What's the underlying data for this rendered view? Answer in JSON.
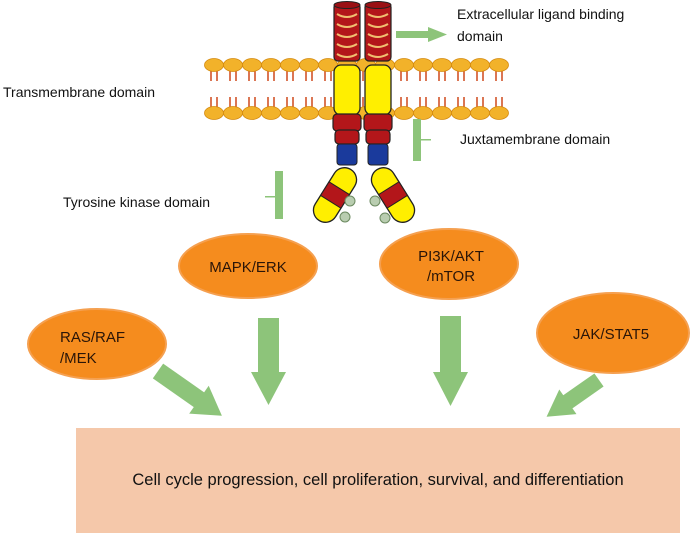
{
  "figure": {
    "type": "receptor-signaling-pathway-diagram",
    "colors": {
      "receptor_red": "#b3161a",
      "receptor_yellow": "#ffef00",
      "receptor_blue": "#1a3a9c",
      "lipid_head": "#f2b22a",
      "lipid_tail": "#d2542a",
      "ellipse_orange": "#f58c1e",
      "arrow_green": "#8dc47a",
      "outcome_box": "#f5c8aa",
      "phosphate_circle": "#b9cdb0"
    }
  },
  "domain_labels": {
    "extracellular": "Extracellular ligand binding domain",
    "extracellular_line1": "Extracellular ligand binding",
    "extracellular_line2": "domain",
    "transmembrane": "Transmembrane domain",
    "juxtamembrane": "Juxtamembrane domain",
    "tyrosine_kinase": "Tyrosine kinase domain"
  },
  "pathways": [
    {
      "id": "mapk-erk",
      "line1": "MAPK/ERK",
      "line2": ""
    },
    {
      "id": "pi3k-akt-mtor",
      "line1": "PI3K/AKT",
      "line2": "/mTOR"
    },
    {
      "id": "ras-raf-mek",
      "line1": "RAS/RAF",
      "line2": "/MEK"
    },
    {
      "id": "jak-stat5",
      "line1": "JAK/STAT5",
      "line2": ""
    }
  ],
  "outcome": {
    "text": "Cell cycle progression, cell proliferation, survival, and differentiation"
  }
}
